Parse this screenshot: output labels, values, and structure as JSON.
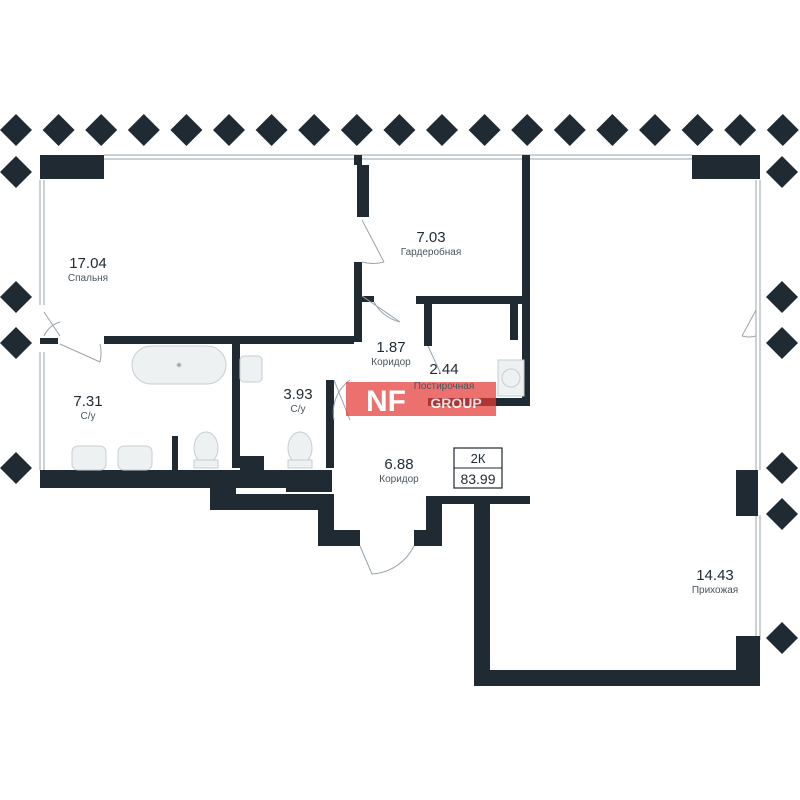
{
  "plan": {
    "summary": {
      "rooms": "2К",
      "total_area": "83.99"
    },
    "rooms": [
      {
        "id": "bedroom",
        "area": "17.04",
        "name": "Спальня"
      },
      {
        "id": "wardrobe",
        "area": "7.03",
        "name": "Гардеробная"
      },
      {
        "id": "corridor1",
        "area": "1.87",
        "name": "Коридор"
      },
      {
        "id": "laundry",
        "area": "2.44",
        "name": "Постирочная"
      },
      {
        "id": "bath1",
        "area": "7.31",
        "name": "С/у"
      },
      {
        "id": "bath2",
        "area": "3.93",
        "name": "С/у"
      },
      {
        "id": "corridor2",
        "area": "6.88",
        "name": "Коридор"
      },
      {
        "id": "hall",
        "area": "14.43",
        "name": "Прихожая"
      }
    ],
    "watermark": {
      "brand": "NF",
      "sub": "GROUP"
    },
    "colors": {
      "wall": "#1f2a33",
      "watermark": "#e53935",
      "fixture": "#e9ecee"
    }
  }
}
